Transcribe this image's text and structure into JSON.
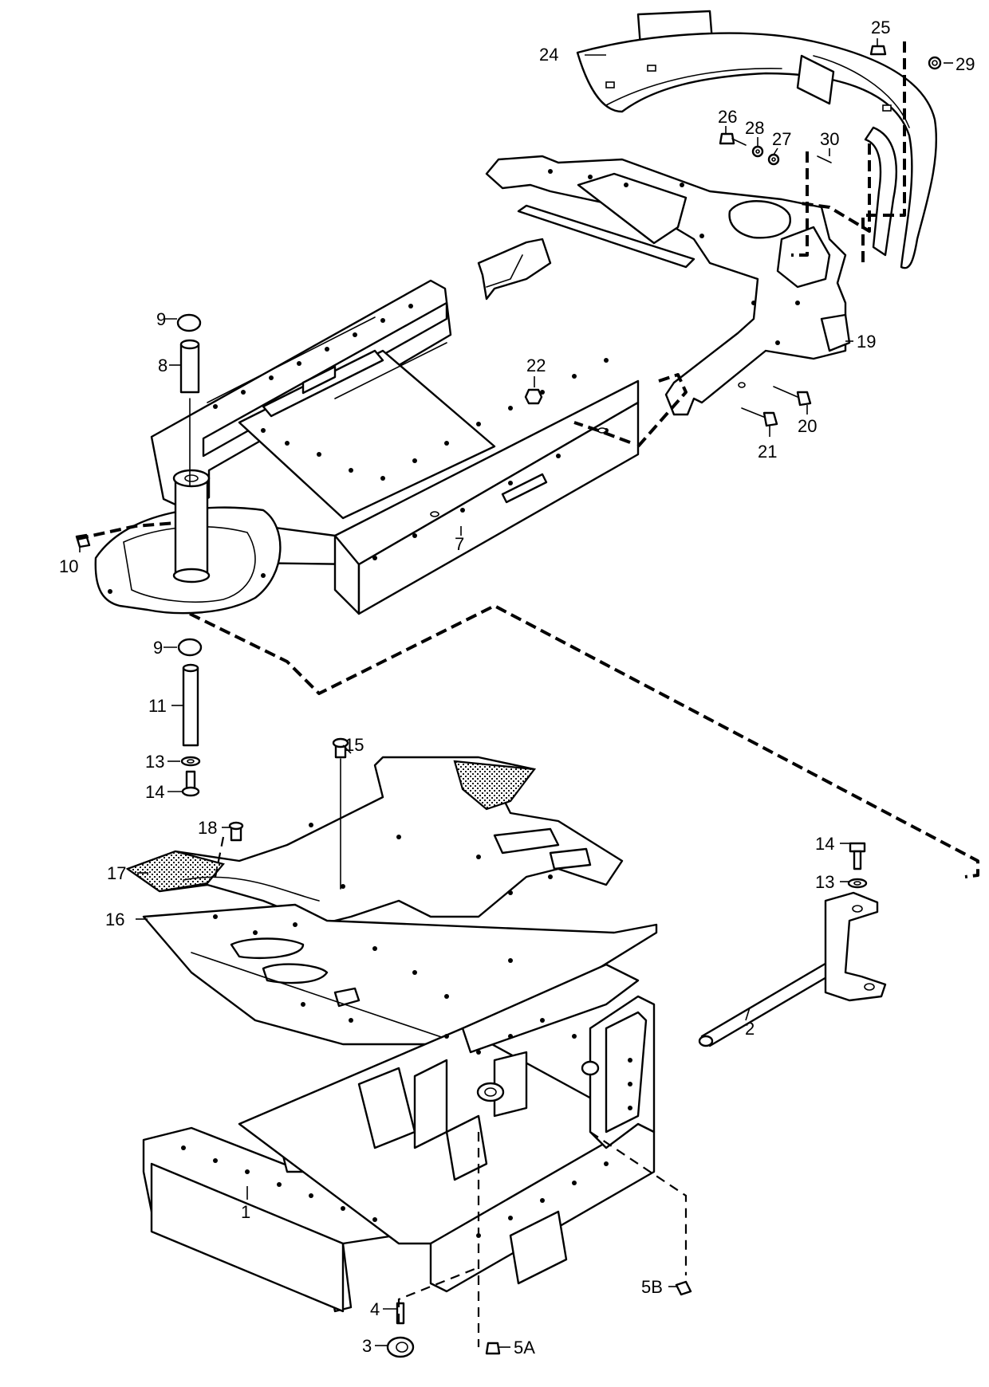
{
  "callouts": {
    "c1": "1",
    "c2": "2",
    "c3": "3",
    "c4": "4",
    "c5a": "5A",
    "c5b": "5B",
    "c7": "7",
    "c8": "8",
    "c9a": "9",
    "c9b": "9",
    "c10": "10",
    "c11": "11",
    "c13a": "13",
    "c13b": "13",
    "c14a": "14",
    "c14b": "14",
    "c15": "15",
    "c16": "16",
    "c17": "17",
    "c18": "18",
    "c19": "19",
    "c20": "20",
    "c21": "21",
    "c22": "22",
    "c24": "24",
    "c25": "25",
    "c26": "26",
    "c27": "27",
    "c28": "28",
    "c29": "29",
    "c30": "30"
  }
}
